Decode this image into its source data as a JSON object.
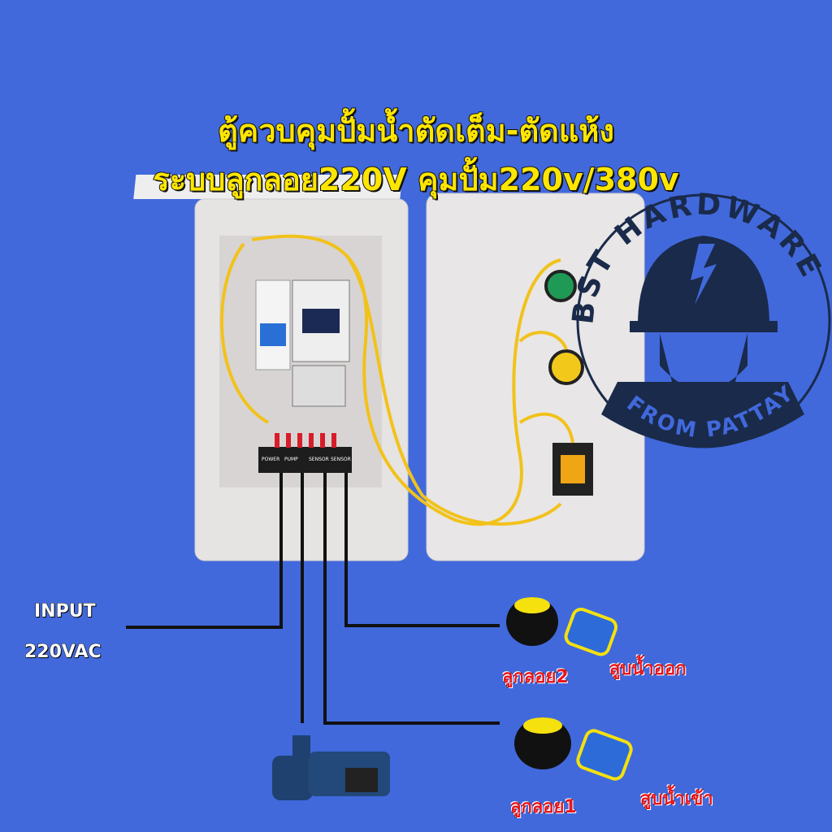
{
  "title": {
    "line1": "ตู้ควบคุมปั้มน้ำตัดเต็ม-ตัดแห้ง",
    "line2": "ระบบลูกลอย220V คุมปั้ม220v/380v"
  },
  "input": {
    "line1": "INPUT",
    "line2": "220VAC"
  },
  "float2": {
    "label": "ลูกลอย2",
    "purpose": "สูบน้ำออก"
  },
  "float1": {
    "label": "ลูกลอย1",
    "purpose": "สูบน้ำเข้า"
  },
  "terminal": {
    "power": "POWER",
    "pump": "PUMP",
    "sensor1": "SENSOR",
    "sensor2": "SENSOR"
  },
  "logo": {
    "top": "BST HARDWARE",
    "bottom": "FROM PATTAYA"
  },
  "colors": {
    "background": "#4169dc",
    "title": "#ffe600",
    "label_red": "#e8161b",
    "logo": "#1a2a4a",
    "wire": "#f2c21b"
  }
}
